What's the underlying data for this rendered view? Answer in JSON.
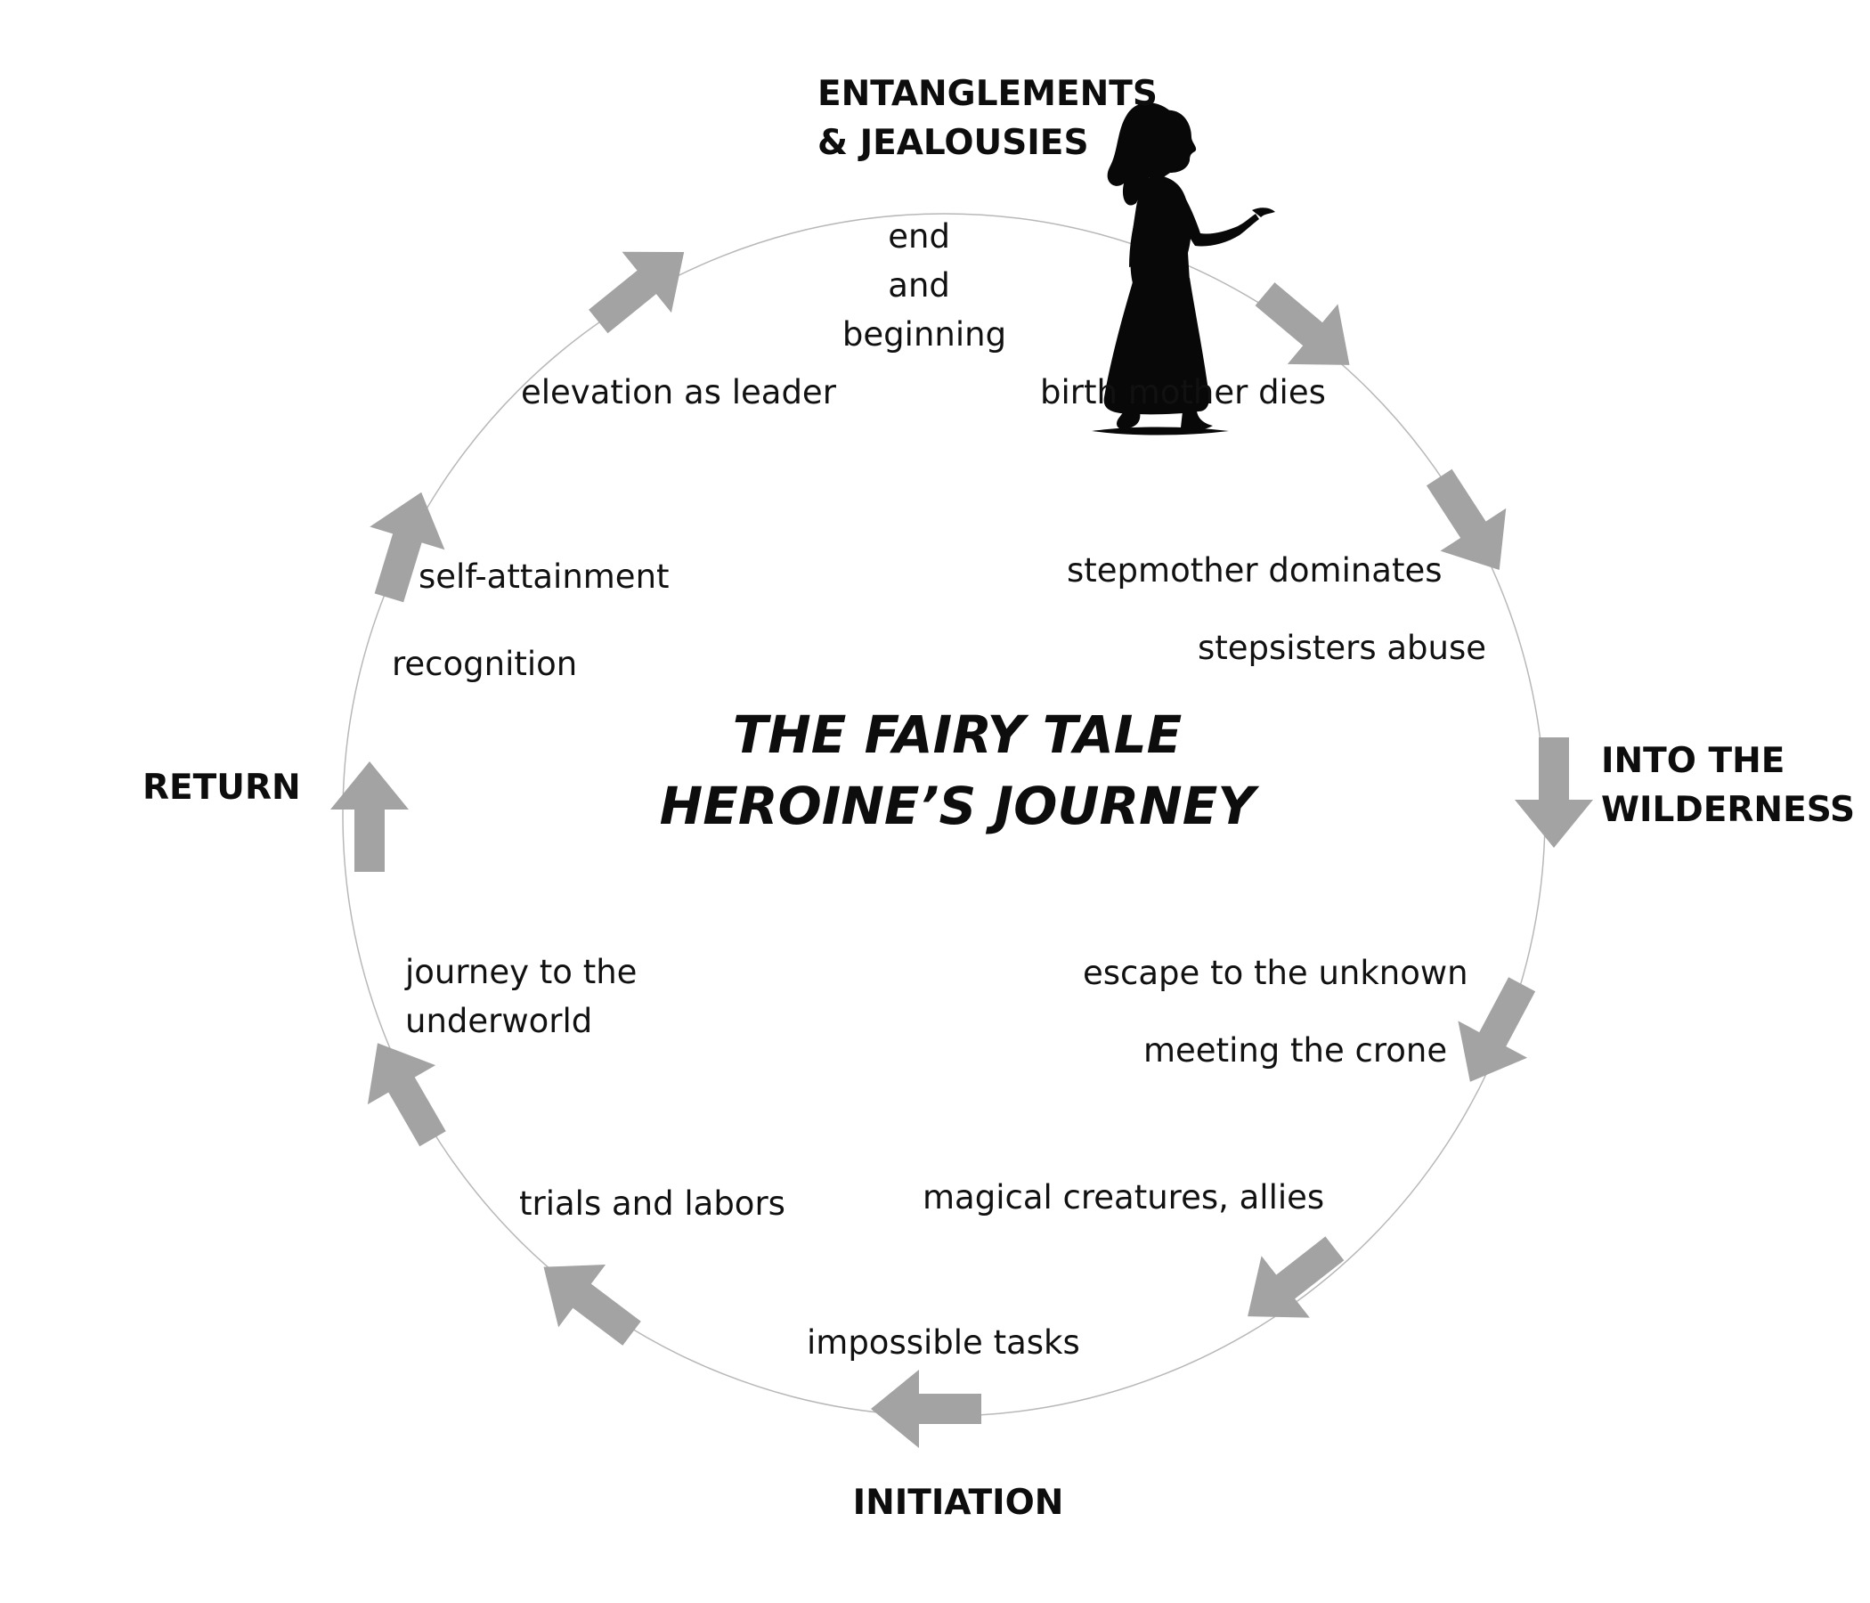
{
  "title": {
    "line1": "THE FAIRY TALE",
    "line2": "HEROINE’S JOURNEY"
  },
  "phases": {
    "entanglements": [
      "ENTANGLEMENTS",
      "& JEALOUSIES"
    ],
    "wilderness": [
      "INTO THE",
      "WILDERNESS"
    ],
    "initiation": [
      "INITIATION"
    ],
    "return": [
      "RETURN"
    ]
  },
  "stages": {
    "end_and_beginning": [
      "end",
      "and",
      "beginning"
    ],
    "birth_mother_dies": [
      "birth mother dies"
    ],
    "stepmother_dominates": [
      "stepmother dominates"
    ],
    "stepsisters_abuse": [
      "stepsisters abuse"
    ],
    "escape_to_the_unknown": [
      "escape to the unknown"
    ],
    "meeting_the_crone": [
      "meeting the crone"
    ],
    "magical_creatures_allies": [
      "magical creatures, allies"
    ],
    "impossible_tasks": [
      "impossible tasks"
    ],
    "trials_and_labors": [
      "trials and labors"
    ],
    "journey_to_the_underworld": [
      "journey to the",
      "underworld"
    ],
    "recognition": [
      "recognition"
    ],
    "self_attainment": [
      "self-attainment"
    ],
    "elevation_as_leader": [
      "elevation as leader"
    ]
  },
  "style": {
    "arrow_color": "#a3a3a3",
    "ring_color": "#b8b8b8",
    "text_color": "#111111"
  },
  "icons": {
    "figure": "woman-silhouette-icon",
    "arrows": "circular-flow-arrow-icon"
  }
}
